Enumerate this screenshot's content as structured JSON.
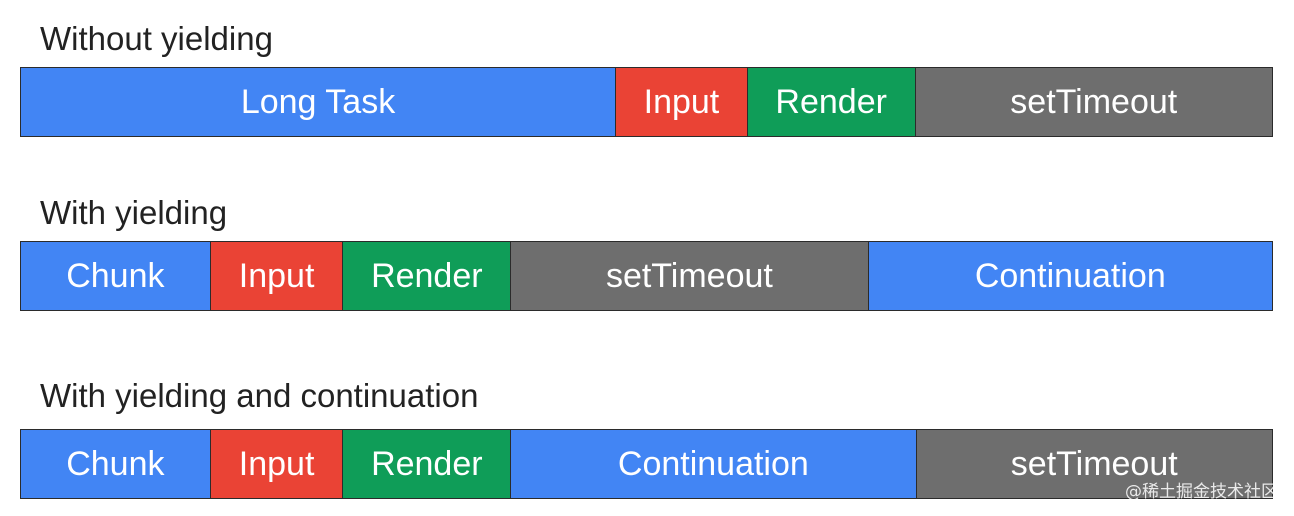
{
  "colors": {
    "task_blue": "#4285f4",
    "input_red": "#ea4335",
    "render_green": "#0f9d58",
    "timeout_gray": "#6e6e6e"
  },
  "rows": [
    {
      "title": "Without yielding",
      "segments": [
        {
          "label": "Long Task",
          "kind": "task",
          "weight": 596
        },
        {
          "label": "Input",
          "kind": "input",
          "weight": 132
        },
        {
          "label": "Render",
          "kind": "render",
          "weight": 168
        },
        {
          "label": "setTimeout",
          "kind": "timeout",
          "weight": 357
        }
      ]
    },
    {
      "title": "With yielding",
      "segments": [
        {
          "label": "Chunk",
          "kind": "task",
          "weight": 190
        },
        {
          "label": "Input",
          "kind": "input",
          "weight": 133
        },
        {
          "label": "Render",
          "kind": "render",
          "weight": 168
        },
        {
          "label": "setTimeout",
          "kind": "timeout",
          "weight": 358
        },
        {
          "label": "Continuation",
          "kind": "task",
          "weight": 404
        }
      ]
    },
    {
      "title": "With yielding and continuation",
      "segments": [
        {
          "label": "Chunk",
          "kind": "task",
          "weight": 190
        },
        {
          "label": "Input",
          "kind": "input",
          "weight": 133
        },
        {
          "label": "Render",
          "kind": "render",
          "weight": 168
        },
        {
          "label": "Continuation",
          "kind": "task",
          "weight": 406
        },
        {
          "label": "setTimeout",
          "kind": "timeout",
          "weight": 356
        }
      ]
    }
  ],
  "watermark": "@稀土掘金技术社区"
}
